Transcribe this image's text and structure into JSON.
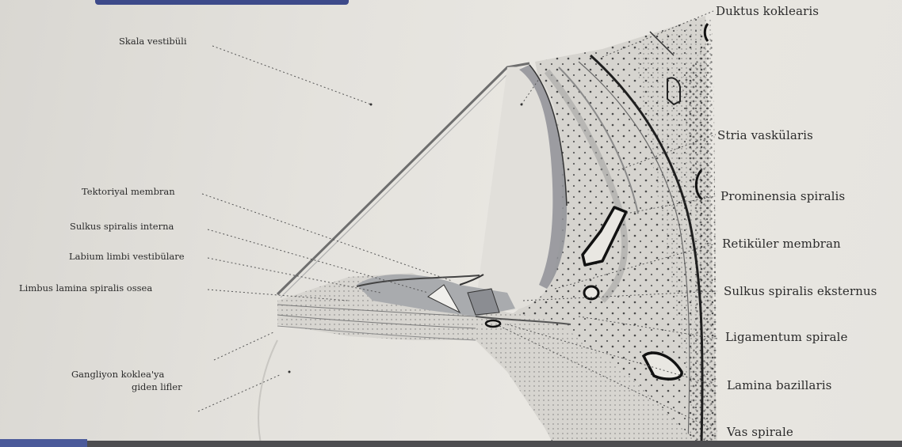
{
  "labels": {
    "left": {
      "skala_vestibuli": "Skala vestibüli",
      "tektoriyal_membran": "Tektoriyal membran",
      "sulkus_spiralis_interna": "Sulkus spiralis interna",
      "labium_limbi": "Labium limbi vestibülare",
      "limbus": "Limbus lamina spiralis ossea",
      "gangliyon_line1": "Gangliyon koklea'ya",
      "gangliyon_line2": "giden lifler"
    },
    "right": {
      "duktus_koklearis": "Duktus koklearis",
      "stria_vaskularis": "Stria vaskülaris",
      "prominensia_spiralis": "Prominensia spiralis",
      "retikuler_membran": "Retiküler membran",
      "sulkus_spiralis_eksternus": "Sulkus spiralis eksternus",
      "ligamentum_spirale": "Ligamentum spirale",
      "lamina_bazillaris": "Lamina bazillaris",
      "vas_spirale": "Vas spirale"
    }
  },
  "colors": {
    "ink": "#2b2b2b",
    "tissue_fill": "#d4d3cf",
    "dark_band": "#8a8c90",
    "leader": "#555555"
  }
}
